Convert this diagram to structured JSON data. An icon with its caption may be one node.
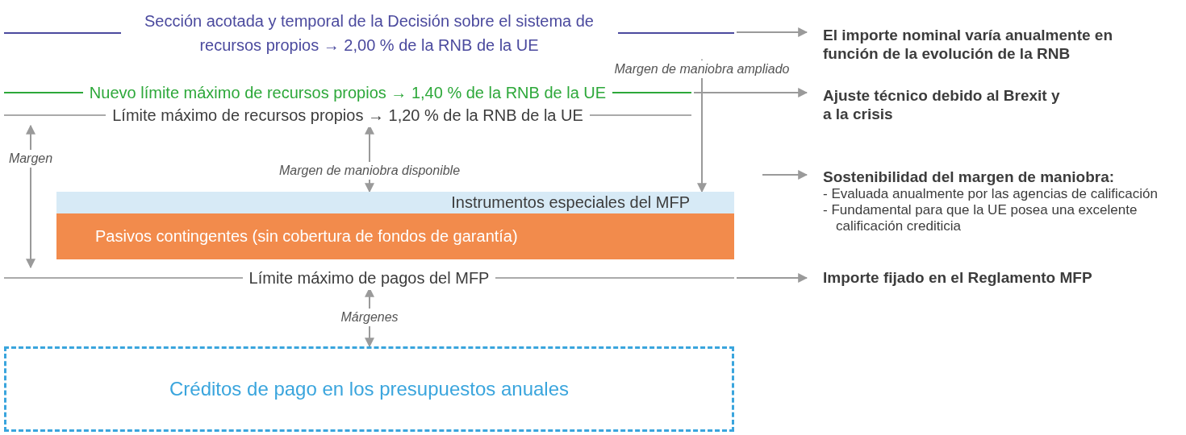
{
  "diagram": {
    "nodes": [
      {
        "text": [
          "Sección acotada y temporal de la Decisión sobre el sistema de recursos propios → 2,00 % de la RNB de la UE"
        ]
      },
      {
        "text": [
          "Nuevo límite máximo de recursos propios → 1,40 % de la RNB de la UE"
        ]
      },
      {
        "text": [
          "Límite máximo de recursos propios → 1,20 % de la RNB de la UE"
        ]
      },
      {
        "text": [
          "Instrumentos especiales del MFP"
        ]
      },
      {
        "text": [
          "Pasivos contingentes (sin cobertura de fondos de garantía)"
        ]
      },
      {
        "text": [
          "Límite máximo de pagos del MFP"
        ]
      },
      {
        "text": [
          "Créditos de pago en los presupuestos anuales"
        ]
      },
      {
        "text": [
          "El importe nominal varía anualmente en función de la evolución de la RNB"
        ]
      },
      {
        "text": [
          "Ajuste técnico debido al Brexit y a la crisis"
        ]
      },
      {
        "text": [
          "Sostenibilidad del margen de maniobra:",
          "- Evaluada anualmente por las agencias de calificación",
          "- Fundamental para que la UE posea una excelente calificación crediticia"
        ]
      },
      {
        "text": [
          "Importe fijado en el Reglamento MFP"
        ]
      }
    ],
    "edges": [
      {
        "from": 0,
        "to": 7,
        "arrow": "to"
      },
      {
        "from": 1,
        "to": 8,
        "arrow": "to"
      },
      {
        "from": null,
        "to": 9,
        "arrow": "to"
      },
      {
        "from": 5,
        "to": 10,
        "arrow": "to"
      },
      {
        "from": 0,
        "to": 3,
        "arrow": "both",
        "label": "Margen de maniobra ampliado"
      },
      {
        "from": 2,
        "to": 5,
        "arrow": "both",
        "label": "Margen"
      },
      {
        "from": 2,
        "to": 3,
        "arrow": "both",
        "label": "Margen de maniobra disponible"
      },
      {
        "from": 5,
        "to": 6,
        "arrow": "both",
        "label": "Márgenes"
      }
    ]
  }
}
